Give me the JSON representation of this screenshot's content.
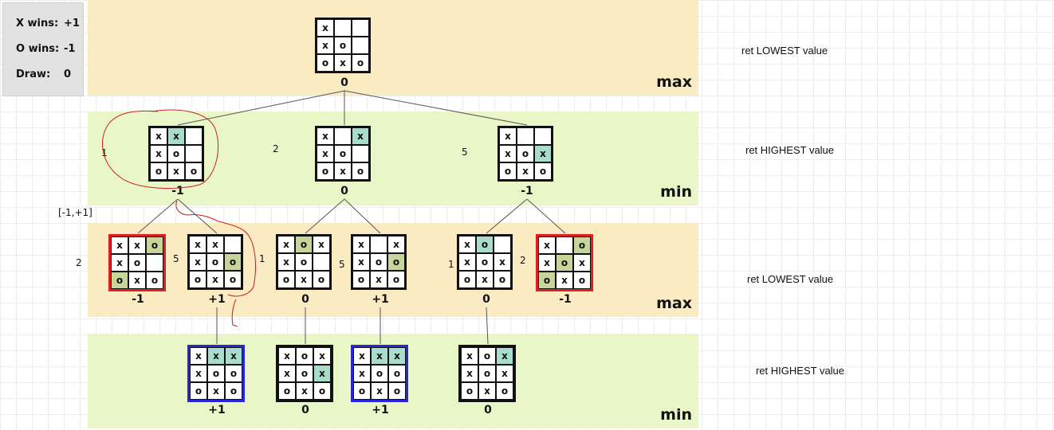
{
  "legend": {
    "rows": [
      {
        "label": "X wins:",
        "value": "+1"
      },
      {
        "label": "O wins:",
        "value": "-1"
      },
      {
        "label": "Draw:",
        "value": "0"
      }
    ]
  },
  "levels": [
    {
      "label": "max",
      "ret": "ret LOWEST value"
    },
    {
      "label": "min",
      "ret": "ret HIGHEST value"
    },
    {
      "label": "max",
      "ret": "ret LOWEST value"
    },
    {
      "label": "min",
      "ret": "ret HIGHEST value"
    }
  ],
  "nodes": [
    {
      "cells": [
        "x",
        "",
        "",
        "x",
        "o",
        "",
        "o",
        "x",
        "o"
      ],
      "highlight": [],
      "score": "0"
    },
    {
      "cells": [
        "x",
        "x",
        "",
        "x",
        "o",
        "",
        "o",
        "x",
        "o"
      ],
      "highlight": [
        1
      ],
      "score": "-1"
    },
    {
      "cells": [
        "x",
        "",
        "x",
        "x",
        "o",
        "",
        "o",
        "x",
        "o"
      ],
      "highlight": [
        2
      ],
      "score": "0"
    },
    {
      "cells": [
        "x",
        "",
        "",
        "x",
        "o",
        "x",
        "o",
        "x",
        "o"
      ],
      "highlight": [
        5
      ],
      "score": "-1"
    },
    {
      "cells": [
        "x",
        "x",
        "o",
        "x",
        "o",
        "",
        "o",
        "x",
        "o"
      ],
      "highlight": [
        2,
        6
      ],
      "score": "-1",
      "style": "red"
    },
    {
      "cells": [
        "x",
        "x",
        "",
        "x",
        "o",
        "o",
        "o",
        "x",
        "o"
      ],
      "highlight": [
        5
      ],
      "score": "+1"
    },
    {
      "cells": [
        "x",
        "o",
        "x",
        "x",
        "o",
        "",
        "o",
        "x",
        "o"
      ],
      "highlight": [
        1
      ],
      "score": "0"
    },
    {
      "cells": [
        "x",
        "",
        "x",
        "x",
        "o",
        "o",
        "o",
        "x",
        "o"
      ],
      "highlight": [
        5
      ],
      "score": "+1"
    },
    {
      "cells": [
        "x",
        "o",
        "",
        "x",
        "o",
        "x",
        "o",
        "x",
        "o"
      ],
      "highlight": [
        1
      ],
      "score": "0"
    },
    {
      "cells": [
        "x",
        "",
        "o",
        "x",
        "o",
        "x",
        "o",
        "x",
        "o"
      ],
      "highlight": [
        2,
        4,
        6
      ],
      "score": "-1",
      "style": "red"
    },
    {
      "cells": [
        "x",
        "x",
        "x",
        "x",
        "o",
        "o",
        "o",
        "x",
        "o"
      ],
      "highlight": [
        1,
        2
      ],
      "score": "+1",
      "style": "blue"
    },
    {
      "cells": [
        "x",
        "o",
        "x",
        "x",
        "o",
        "x",
        "o",
        "x",
        "o"
      ],
      "highlight": [
        5
      ],
      "score": "0",
      "style": "heavy"
    },
    {
      "cells": [
        "x",
        "x",
        "x",
        "x",
        "o",
        "o",
        "o",
        "x",
        "o"
      ],
      "highlight": [
        1,
        2
      ],
      "score": "+1",
      "style": "blue"
    },
    {
      "cells": [
        "x",
        "o",
        "x",
        "x",
        "o",
        "x",
        "o",
        "x",
        "o"
      ],
      "highlight": [
        2
      ],
      "score": "0",
      "style": "heavy"
    }
  ],
  "edges": [
    [
      0,
      1
    ],
    [
      0,
      2
    ],
    [
      0,
      3
    ],
    [
      1,
      4
    ],
    [
      1,
      5
    ],
    [
      2,
      6
    ],
    [
      2,
      7
    ],
    [
      3,
      8
    ],
    [
      3,
      9
    ],
    [
      5,
      10
    ],
    [
      6,
      11
    ],
    [
      7,
      12
    ],
    [
      8,
      13
    ]
  ],
  "annotations": {
    "a1": "1",
    "a2": "2",
    "a5": "5",
    "range": "[-1,+1]",
    "b2": "2",
    "b5": "5",
    "b1": "1",
    "c5": "5",
    "d1": "1",
    "d2": "2"
  }
}
